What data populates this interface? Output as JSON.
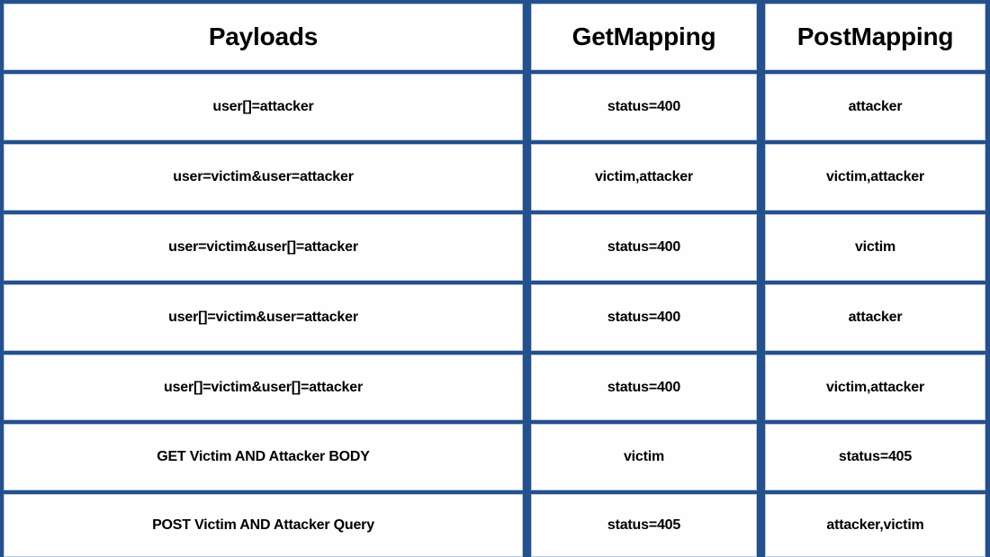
{
  "table": {
    "accent_color": "#24508C",
    "cell_background": "#FEFEFE",
    "text_color": "#000000",
    "columns": [
      {
        "key": "payloads",
        "label": "Payloads"
      },
      {
        "key": "get_mapping",
        "label": "GetMapping"
      },
      {
        "key": "post_mapping",
        "label": "PostMapping"
      }
    ],
    "rows": [
      {
        "payloads": "user[]=attacker",
        "get_mapping": "status=400",
        "post_mapping": "attacker"
      },
      {
        "payloads": "user=victim&user=attacker",
        "get_mapping": "victim,attacker",
        "post_mapping": "victim,attacker"
      },
      {
        "payloads": "user=victim&user[]=attacker",
        "get_mapping": "status=400",
        "post_mapping": "victim"
      },
      {
        "payloads": "user[]=victim&user=attacker",
        "get_mapping": "status=400",
        "post_mapping": "attacker"
      },
      {
        "payloads": "user[]=victim&user[]=attacker",
        "get_mapping": "status=400",
        "post_mapping": "victim,attacker"
      },
      {
        "payloads": "GET Victim AND Attacker BODY",
        "get_mapping": "victim",
        "post_mapping": "status=405"
      },
      {
        "payloads": "POST Victim AND Attacker Query",
        "get_mapping": "status=405",
        "post_mapping": "attacker,victim"
      }
    ]
  }
}
